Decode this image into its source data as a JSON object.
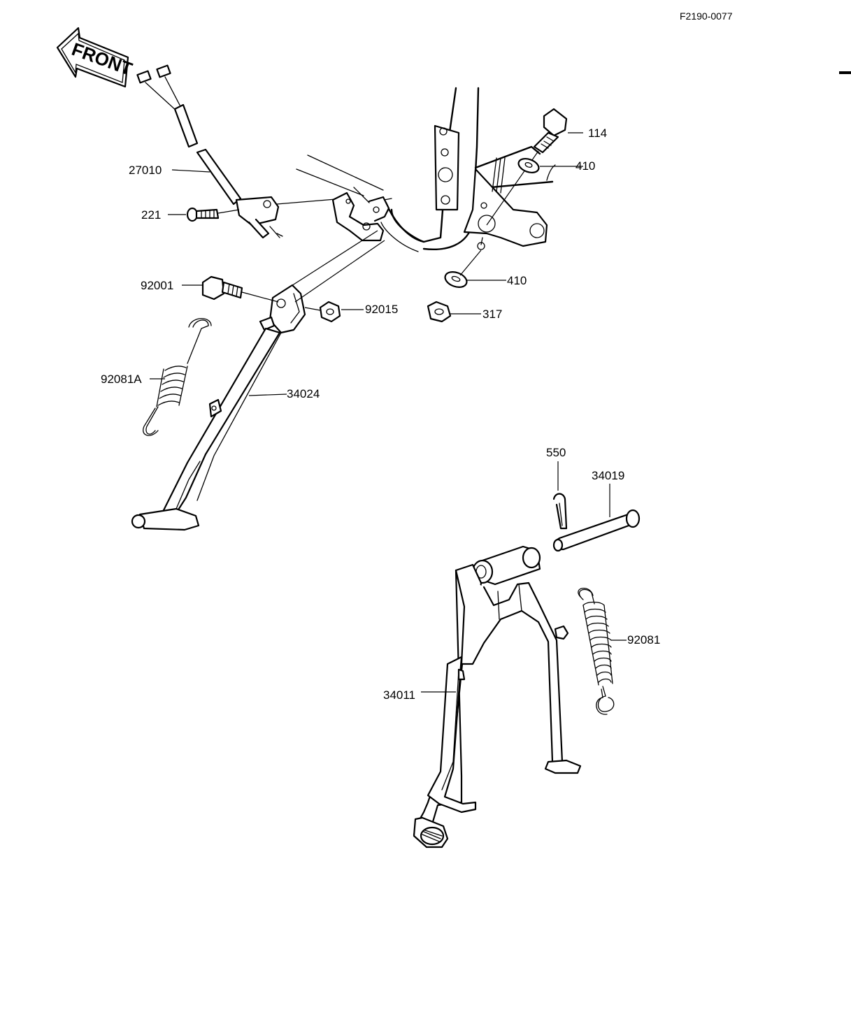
{
  "diagram": {
    "reference_code": "F2190-0077",
    "front_label": "FRONT",
    "callouts": {
      "c114": "114",
      "c410_top": "410",
      "c27010": "27010",
      "c221": "221",
      "c92001": "92001",
      "c92015": "92015",
      "c410_bottom": "410",
      "c317": "317",
      "c92081A": "92081A",
      "c34024": "34024",
      "c550": "550",
      "c34019": "34019",
      "c92081": "92081",
      "c34011": "34011"
    }
  }
}
